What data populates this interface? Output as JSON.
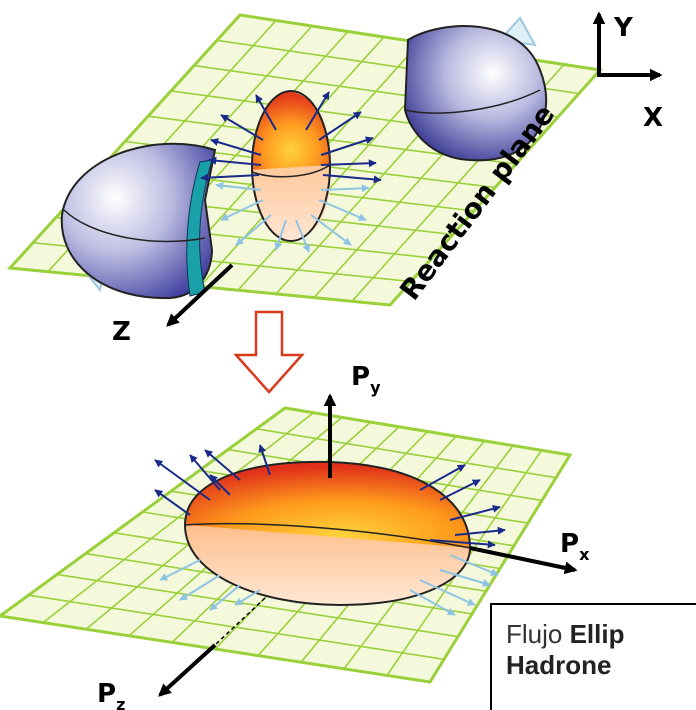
{
  "axes": {
    "y": "Y",
    "x": "X",
    "z": "Z",
    "py": {
      "base": "P",
      "sub": "y"
    },
    "px": {
      "base": "P",
      "sub": "x"
    },
    "pz": {
      "base": "P",
      "sub": "z"
    }
  },
  "reaction_plane_label": "Reaction plane",
  "caption": {
    "plain": "Flujo ",
    "bold_1": "Ellip",
    "bold_2": "Hadrone"
  },
  "colors": {
    "grid_line": "#9ad03a",
    "grid_fill": "#f4f8d8",
    "nucleus": "#3a3a9a",
    "almond_hot": "#e8401a",
    "almond_warm": "#ffc020",
    "arrow_dark": "#1a2a8a",
    "arrow_light": "#8fc4e4",
    "transition_arrow": "#d83a1c"
  }
}
